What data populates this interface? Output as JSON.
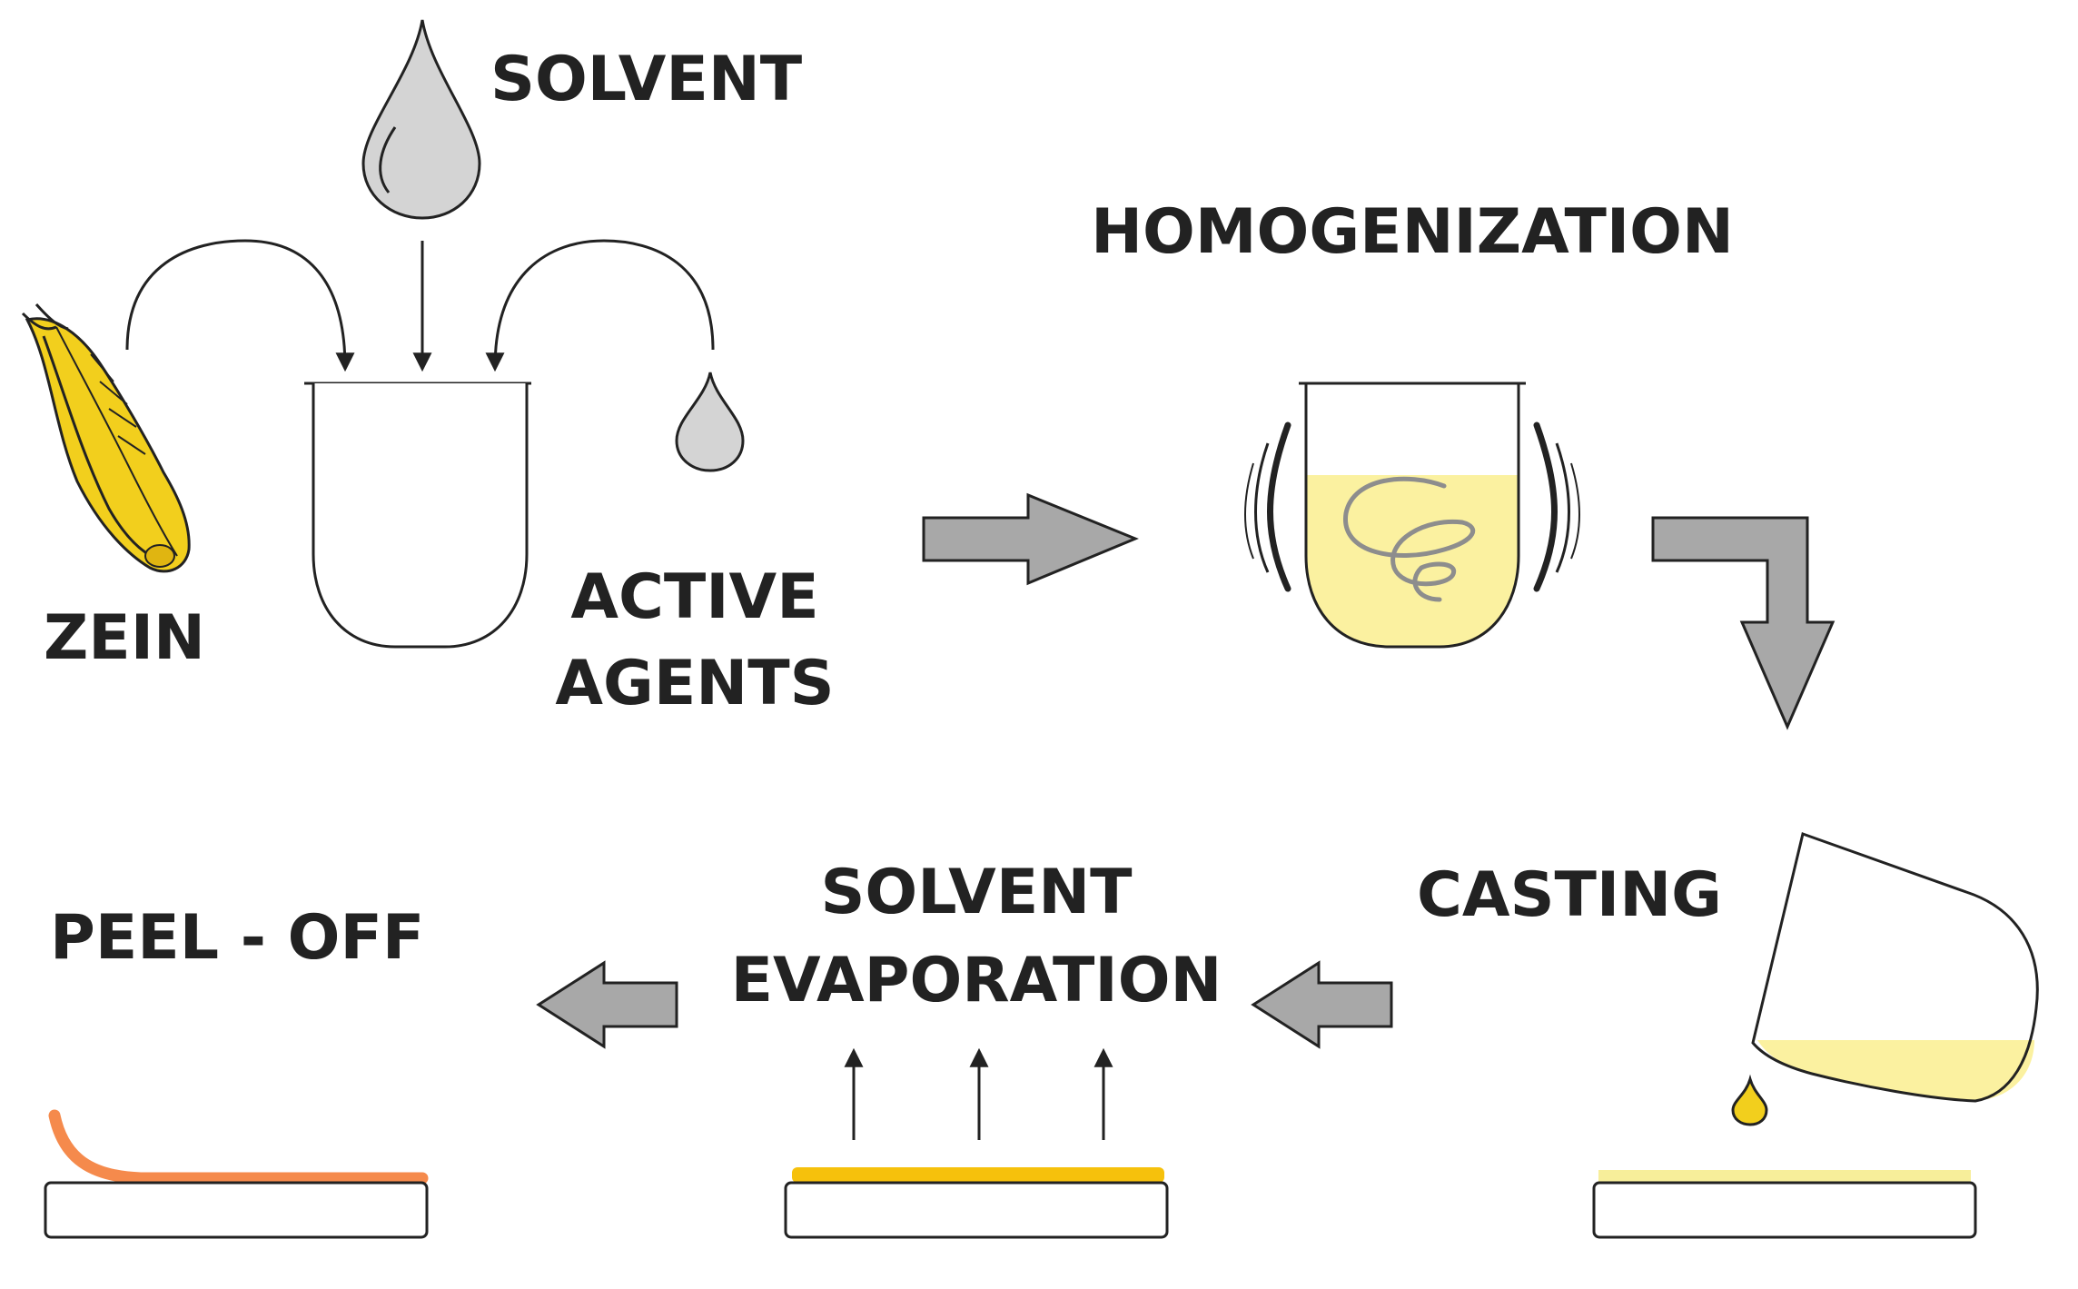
{
  "labels": {
    "solvent": "SOLVENT",
    "zein": "ZEIN",
    "active_line1": "ACTIVE",
    "active_line2": "AGENTS",
    "homogenization": "HOMOGENIZATION",
    "casting": "CASTING",
    "evap_line1": "SOLVENT",
    "evap_line2": "EVAPORATION",
    "peel_off": "PEEL - OFF"
  },
  "icons": {
    "solvent_drop": "large-grey-drop-icon",
    "active_drop": "small-grey-drop-icon",
    "corn": "corn-cob-icon",
    "beaker": "beaker-icon",
    "stirring": "stirring-swirl-icon",
    "pour_drop": "yellow-drop-icon"
  },
  "colors": {
    "line": "#222222",
    "grey_fill": "#d4d4d4",
    "arrow_grey": "#a8a8a8",
    "solution_yellow": "#fbf1a0",
    "cast_film": "#f7ee9a",
    "evaporating_film": "#f6c10c",
    "peeled_film": "#f58a4c",
    "corn_yellow": "#f2cf1d"
  }
}
